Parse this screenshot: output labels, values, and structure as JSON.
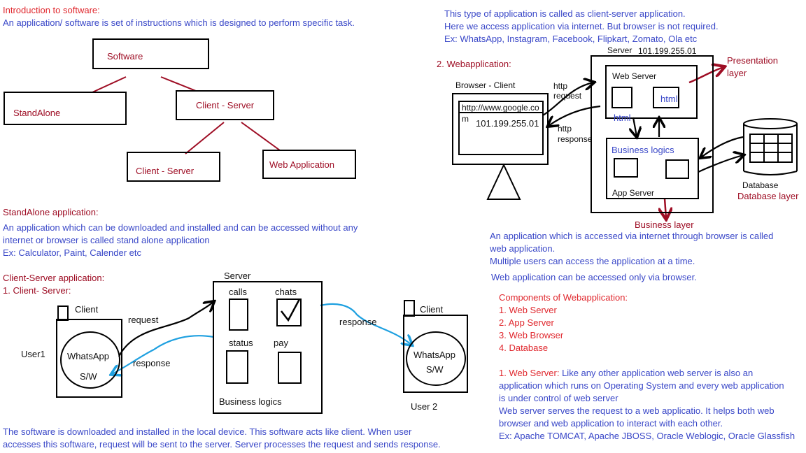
{
  "intro": {
    "title": "Introduction to software:",
    "definition": "An application/ software is set of instructions which is designed to perform specific task."
  },
  "tree": {
    "root": "Software",
    "left": "StandAlone",
    "right": "Client - Server",
    "child_left": "Client - Server",
    "child_right": "Web Application"
  },
  "standalone": {
    "title": "StandAlone application:",
    "lines": [
      "An application which can be downloaded and installed and can be accessed without any",
      "internet or browser is called stand alone application",
      "Ex: Calculator, Paint, Calender etc"
    ]
  },
  "client_server": {
    "title": "Client-Server application:",
    "subtitle": "1. Client- Server:",
    "server_label": "Server",
    "server_items": [
      "calls",
      "chats",
      "status",
      "pay"
    ],
    "server_footer": "Business logics",
    "client1_label": "Client",
    "client2_label": "Client",
    "app_name": "WhatsApp",
    "app_sub": "S/W",
    "user1": "User1",
    "user2": "User 2",
    "request": "request",
    "response1": "response",
    "response2": "response",
    "footer": [
      "The software is downloaded and installed in the local device. This software acts like client. When user",
      "accesses this software, request will be sent to the server. Server processes the request and sends response."
    ]
  },
  "cs_note": {
    "lines": [
      "This type of application is called as client-server application.",
      "Here we access application via internet. But browser is not required.",
      "Ex: WhatsApp, Instagram, Facebook, Flipkart, Zomato, Ola etc"
    ]
  },
  "webapp": {
    "title": "2. Webapplication:",
    "browser_label": "Browser - Client",
    "url_line1": "http://www.google.co",
    "url_line2": "m",
    "ip_in_browser": "101.199.255.01",
    "server_label": "Server",
    "server_ip": "101.199.255.01",
    "web_server": "Web Server",
    "html1": "html",
    "html2": "html",
    "business_logics": "Business logics",
    "app_server": "App Server",
    "http_request_1": "http",
    "http_request_2": "request",
    "http_response_1": "http",
    "http_response_2": "response",
    "presentation_1": "Presentation",
    "presentation_2": "layer",
    "database": "Database",
    "database_layer": "Database layer",
    "business_layer": "Business layer",
    "desc": [
      "An application which is accessed via internet through browser is called",
      "web application.",
      "Multiple users can access the application at a time."
    ],
    "browser_only": "Web application can be accessed only via browser."
  },
  "components": {
    "title": "Components of Webapplication:",
    "items": [
      "1. Web Server",
      "2. App Server",
      "3. Web Browser",
      "4. Database"
    ],
    "ws_head": "1. Web Server:",
    "ws_desc_first": " Like any other application web server is also an",
    "ws_desc": [
      "application which runs on Operating System and every web application",
      "is under control of web server",
      "Web server serves the request to a web applicatio. It helps both web",
      "browser and web application to interact with each other.",
      "Ex: Apache TOMCAT, Apache JBOSS, Oracle Weblogic, Oracle Glassfish"
    ]
  },
  "colors": {
    "red": "#e0282e",
    "blue": "#3a48c8",
    "maroon": "#9e0d24",
    "cyan_arrow": "#1ea0e0"
  }
}
